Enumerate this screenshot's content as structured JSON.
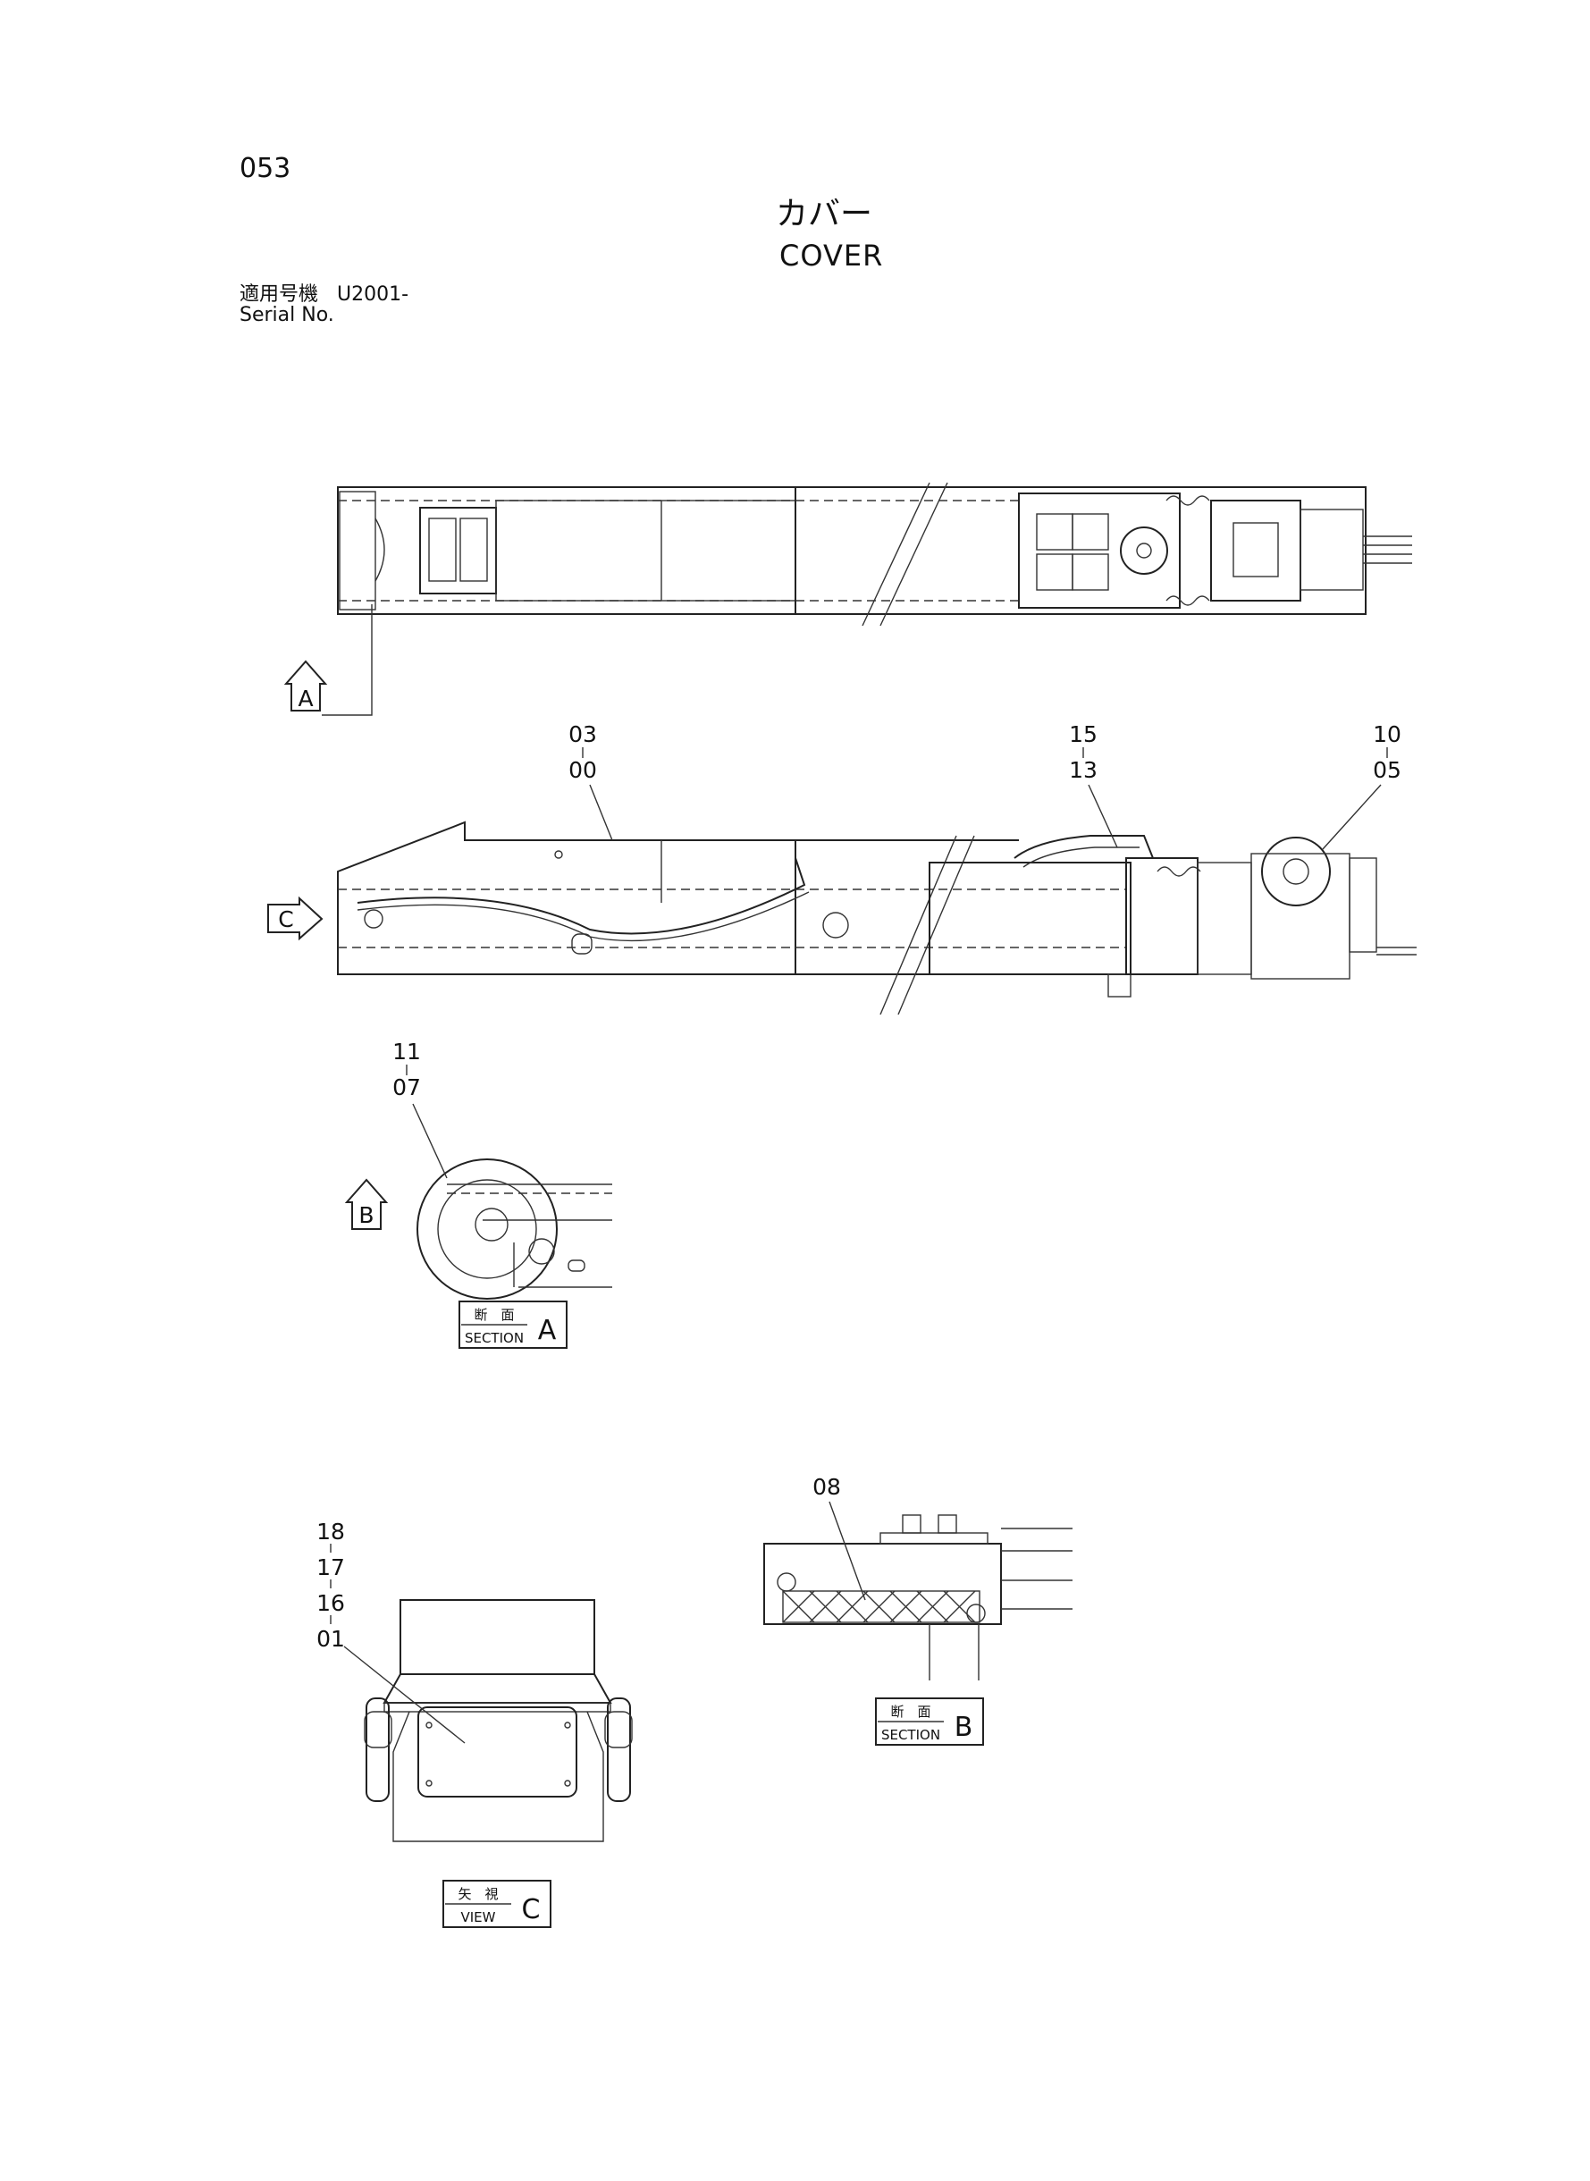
{
  "page": {
    "number": "053",
    "title_jp": "カバー",
    "title_en": "COVER",
    "serial_label_jp": "適用号機",
    "serial_label_en": "Serial No.",
    "serial_value": "U2001-"
  },
  "part_callouts": [
    {
      "numbers": [
        "03",
        "00"
      ]
    },
    {
      "numbers": [
        "15",
        "13"
      ]
    },
    {
      "numbers": [
        "10",
        "05"
      ]
    },
    {
      "numbers": [
        "11",
        "07"
      ]
    },
    {
      "numbers": [
        "08"
      ]
    },
    {
      "numbers": [
        "18",
        "17",
        "16",
        "01"
      ]
    }
  ],
  "view_markers": [
    {
      "letter": "A"
    },
    {
      "letter": "C"
    },
    {
      "letter": "B"
    }
  ],
  "section_tags": [
    {
      "jp": "断　面",
      "en": "SECTION",
      "letter": "A"
    },
    {
      "jp": "断　面",
      "en": "SECTION",
      "letter": "B"
    },
    {
      "jp": "矢　視",
      "en": "VIEW",
      "letter": "C"
    }
  ]
}
